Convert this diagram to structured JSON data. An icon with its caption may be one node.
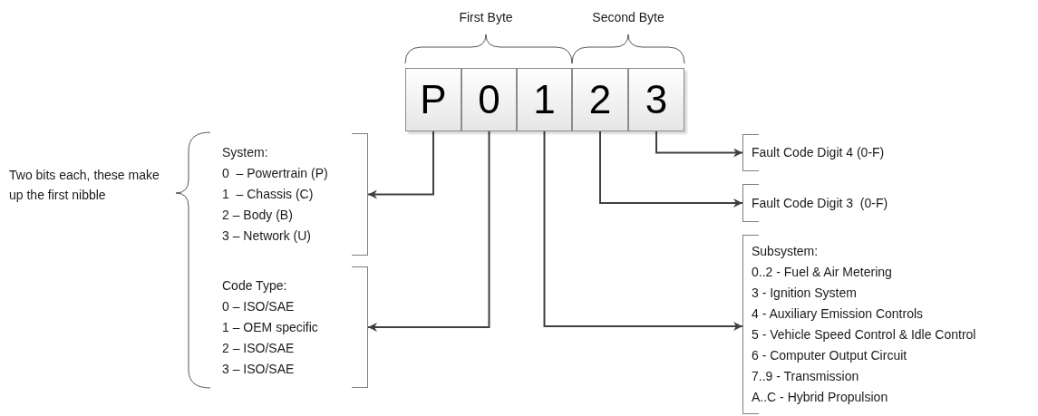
{
  "diagram": {
    "nodes": [
      {
        "text": [
          "P"
        ]
      },
      {
        "text": [
          "0"
        ]
      },
      {
        "text": [
          "1"
        ]
      },
      {
        "text": [
          "2"
        ]
      },
      {
        "text": [
          "3"
        ]
      },
      {
        "text": [
          "System:",
          "0  – Powertrain (P)",
          "1  – Chassis (C)",
          "2 – Body (B)",
          "3 – Network (U)"
        ]
      },
      {
        "text": [
          "Code Type:",
          "0 – ISO/SAE",
          "1 – OEM specific",
          "2 – ISO/SAE",
          "3 – ISO/SAE"
        ]
      },
      {
        "text": [
          "Fault Code Digit 4 (0-F)"
        ]
      },
      {
        "text": [
          "Fault Code Digit 3  (0-F)"
        ]
      },
      {
        "text": [
          "Subsystem:",
          "0..2 - Fuel & Air Metering",
          "3 - Ignition System",
          "4 - Auxiliary Emission Controls",
          "5 - Vehicle Speed Control & Idle Control",
          "6 - Computer Output Circuit",
          "7..9 - Transmission",
          "A..C - Hybrid Propulsion"
        ]
      }
    ],
    "edges": [
      {
        "from": 0,
        "to": 5,
        "arrow": "to"
      },
      {
        "from": 1,
        "to": 6,
        "arrow": "to"
      },
      {
        "from": 2,
        "to": 9,
        "arrow": "to"
      },
      {
        "from": 3,
        "to": 8,
        "arrow": "to"
      },
      {
        "from": 4,
        "to": 7,
        "arrow": "to"
      }
    ],
    "labels": [
      "First Byte",
      "Second Byte",
      "Two bits each, these make up the first nibble"
    ]
  }
}
